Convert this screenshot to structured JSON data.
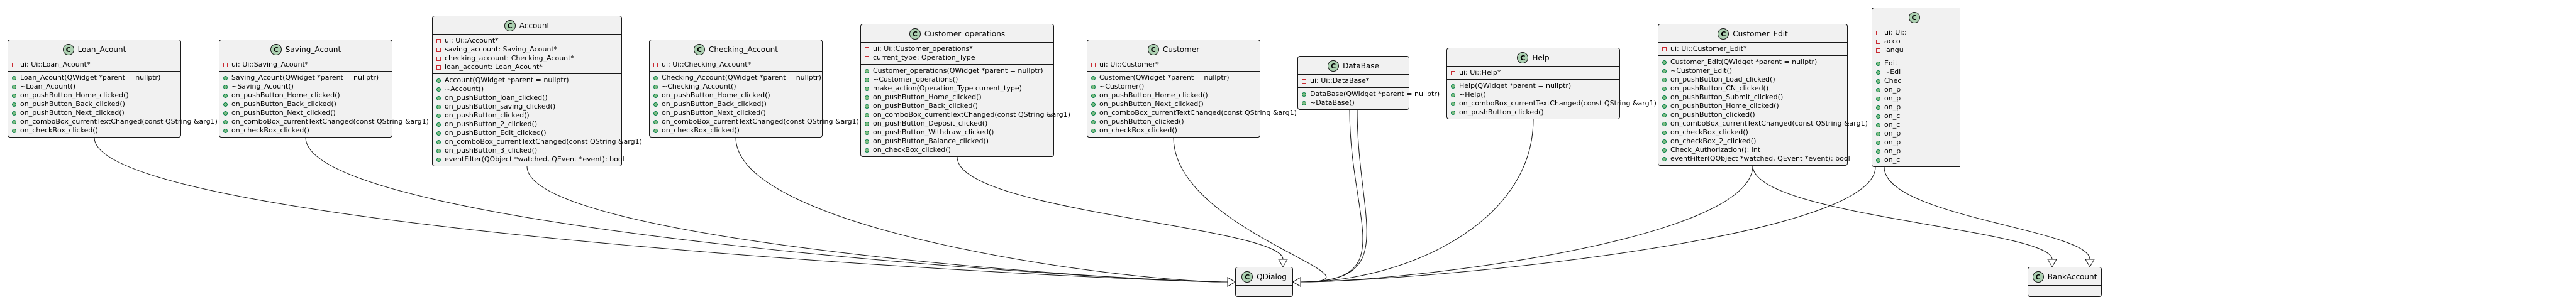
{
  "classes": {
    "loan_acount": {
      "name": "Loan_Acount",
      "badge": "C",
      "fields": [
        "ui: Ui::Loan_Acount*"
      ],
      "methods": [
        "Loan_Acount(QWidget *parent = nullptr)",
        "~Loan_Acount()",
        "on_pushButton_Home_clicked()",
        "on_pushButton_Back_clicked()",
        "on_pushButton_Next_clicked()",
        "on_comboBox_currentTextChanged(const QString &arg1)",
        "on_checkBox_clicked()"
      ]
    },
    "saving_acount": {
      "name": "Saving_Acount",
      "badge": "C",
      "fields": [
        "ui: Ui::Saving_Acount*"
      ],
      "methods": [
        "Saving_Acount(QWidget *parent = nullptr)",
        "~Saving_Acount()",
        "on_pushButton_Home_clicked()",
        "on_pushButton_Back_clicked()",
        "on_pushButton_Next_clicked()",
        "on_comboBox_currentTextChanged(const QString &arg1)",
        "on_checkBox_clicked()"
      ]
    },
    "account": {
      "name": "Account",
      "badge": "C",
      "fields": [
        "ui: Ui::Account*",
        "saving_account: Saving_Acount*",
        "checking_account: Checking_Acount*",
        "loan_account: Loan_Acount*"
      ],
      "methods": [
        "Account(QWidget *parent = nullptr)",
        "~Account()",
        "on_pushButton_loan_clicked()",
        "on_pushButton_saving_clicked()",
        "on_pushButton_clicked()",
        "on_pushButton_2_clicked()",
        "on_pushButton_Edit_clicked()",
        "on_comboBox_currentTextChanged(const QString &arg1)",
        "on_pushButton_3_clicked()",
        "eventFilter(QObject *watched, QEvent *event): bool"
      ]
    },
    "checking_account": {
      "name": "Checking_Account",
      "badge": "C",
      "fields": [
        "ui: Ui::Checking_Account*"
      ],
      "methods": [
        "Checking_Account(QWidget *parent = nullptr)",
        "~Checking_Account()",
        "on_pushButton_Home_clicked()",
        "on_pushButton_Back_clicked()",
        "on_pushButton_Next_clicked()",
        "on_comboBox_currentTextChanged(const QString &arg1)",
        "on_checkBox_clicked()"
      ]
    },
    "customer_operations": {
      "name": "Customer_operations",
      "badge": "C",
      "fields": [
        "ui: Ui::Customer_operations*",
        "current_type: Operation_Type"
      ],
      "methods": [
        "Customer_operations(QWidget *parent = nullptr)",
        "~Customer_operations()",
        "make_action(Operation_Type current_type)",
        "on_pushButton_Home_clicked()",
        "on_pushButton_Back_clicked()",
        "on_comboBox_currentTextChanged(const QString &arg1)",
        "on_pushButton_Deposit_clicked()",
        "on_pushButton_Withdraw_clicked()",
        "on_pushButton_Balance_clicked()",
        "on_checkBox_clicked()"
      ]
    },
    "customer": {
      "name": "Customer",
      "badge": "C",
      "fields": [
        "ui: Ui::Customer*"
      ],
      "methods": [
        "Customer(QWidget *parent = nullptr)",
        "~Customer()",
        "on_pushButton_Home_clicked()",
        "on_pushButton_Next_clicked()",
        "on_comboBox_currentTextChanged(const QString &arg1)",
        "on_pushButton_clicked()",
        "on_checkBox_clicked()"
      ]
    },
    "database": {
      "name": "DataBase",
      "badge": "C",
      "fields": [
        "ui: Ui::DataBase*"
      ],
      "methods": [
        "DataBase(QWidget *parent = nullptr)",
        "~DataBase()"
      ]
    },
    "help": {
      "name": "Help",
      "badge": "C",
      "fields": [
        "ui: Ui::Help*"
      ],
      "methods": [
        "Help(QWidget *parent = nullptr)",
        "~Help()",
        "on_comboBox_currentTextChanged(const QString &arg1)",
        "on_pushButton_clicked()"
      ]
    },
    "customer_edit": {
      "name": "Customer_Edit",
      "badge": "C",
      "fields": [
        "ui: Ui::Customer_Edit*"
      ],
      "methods": [
        "Customer_Edit(QWidget *parent = nullptr)",
        "~Customer_Edit()",
        "on_pushButton_Load_clicked()",
        "on_pushButton_CN_clicked()",
        "on_pushButton_Submit_clicked()",
        "on_pushButton_Home_clicked()",
        "on_pushButton_clicked()",
        "on_comboBox_currentTextChanged(const QString &arg1)",
        "on_checkBox_clicked()",
        "on_checkBox_2_clicked()",
        "Check_Authorization(): int",
        "eventFilter(QObject *watched, QEvent *event): bool"
      ]
    },
    "partial": {
      "name": "",
      "badge": "C",
      "fields": [
        "ui: Ui::",
        "acco",
        "langu"
      ],
      "methods": [
        "Edit",
        "~Edi",
        "Chec",
        "on_p",
        "on_p",
        "on_p",
        "on_c",
        "on_c",
        "on_p",
        "on_p",
        "on_p",
        "on_c"
      ]
    },
    "qdialog": {
      "name": "QDialog",
      "badge": "C",
      "fields": [],
      "methods": []
    },
    "bankaccount": {
      "name": "BankAccount",
      "badge": "C",
      "fields": [],
      "methods": []
    }
  }
}
